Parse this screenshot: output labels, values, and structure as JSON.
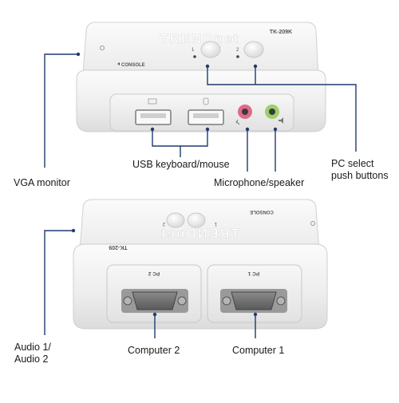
{
  "device": {
    "brand": "TRENDnet",
    "model_front": "TK-209K",
    "model_back": "TK-209",
    "console_label": "CONSOLE",
    "pc1_label": "PC 1",
    "pc2_label": "PC 2",
    "button1_number": "1",
    "button2_number": "2"
  },
  "callouts": {
    "usb": "USB keyboard/mouse",
    "microphone": "Microphone/speaker",
    "vga_monitor": "VGA monitor",
    "pc_select_line1": "PC select",
    "pc_select_line2": "push buttons",
    "audio_line1": "Audio 1/",
    "audio_line2": "Audio 2",
    "computer2": "Computer 2",
    "computer1": "Computer 1"
  },
  "colors": {
    "callout_line": "#1f3a6e",
    "housing": "#f3f3f3",
    "mic_jack": "#e06a8a",
    "speaker_jack": "#9ccf6a"
  }
}
